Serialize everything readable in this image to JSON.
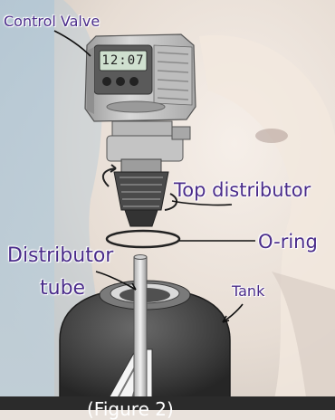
{
  "labels": {
    "control_valve": "Control Valve",
    "top_distributor": "Top distributor",
    "o_ring": "O-ring",
    "distributor_line1": "Distributor",
    "distributor_line2": "tube",
    "tank": "Tank",
    "figure_caption": "(Figure 2)"
  },
  "valve_display": "12:07",
  "colors": {
    "label_text": "#4a2c8a",
    "valve_body": "#c9c9c9",
    "tank_body": "#3f3f3f",
    "background": "#e9e2dc"
  }
}
